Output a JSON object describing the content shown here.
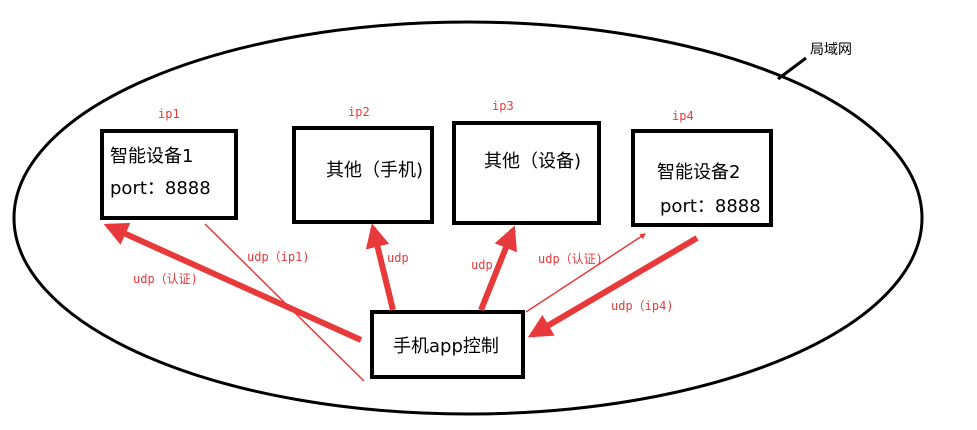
{
  "lan": {
    "label": "局域网"
  },
  "devices": {
    "smart1": {
      "ip": "ip1",
      "name": "智能设备1",
      "port": "port：8888"
    },
    "phone": {
      "ip": "ip2",
      "name": "其他（手机)"
    },
    "other": {
      "ip": "ip3",
      "name": "其他（设备)"
    },
    "smart2": {
      "ip": "ip4",
      "name": "智能设备2",
      "port": "port：8888"
    }
  },
  "app": {
    "name": "手机app控制"
  },
  "links": {
    "auth_left": "udp（认证)",
    "ip1": "udp（ip1)",
    "to_phone": "udp",
    "to_other": "udp",
    "auth_right": "udp（认证)",
    "ip4": "udp（ip4)"
  },
  "colors": {
    "arrow": "#e8393b",
    "stroke": "#000000"
  }
}
